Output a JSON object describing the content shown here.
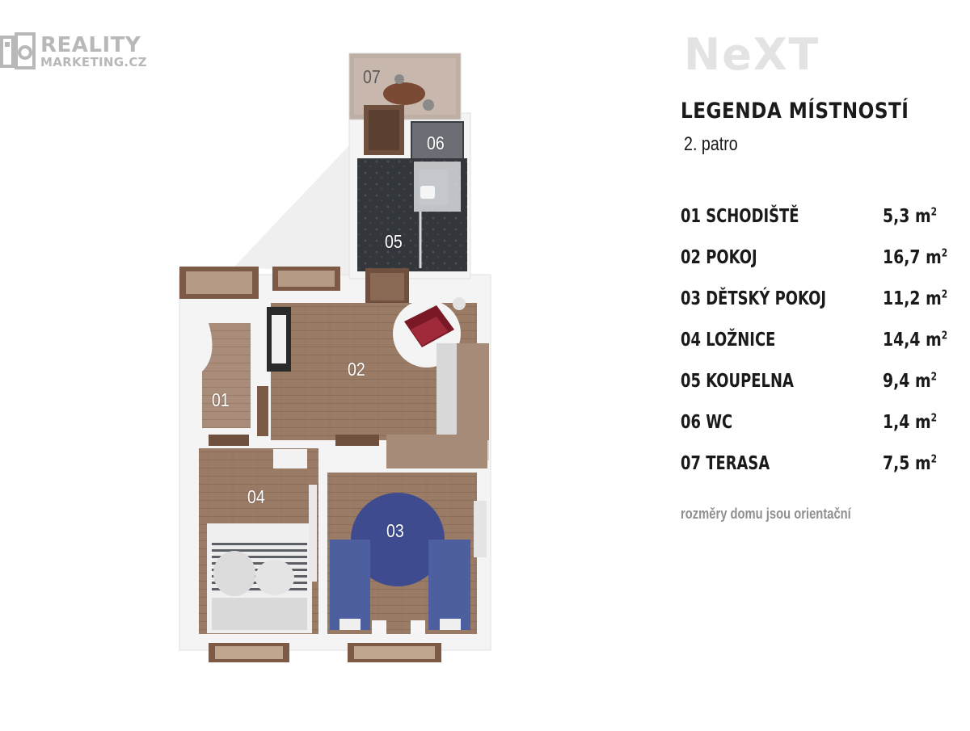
{
  "logos": {
    "left_line1": "REALITY",
    "left_line2": "MARKETING.CZ",
    "right": "NeXT"
  },
  "legend": {
    "title": "LEGENDA MÍSTNOSTÍ",
    "floor": "2. patro",
    "rooms": [
      {
        "name": "01 SCHODIŠTĚ",
        "area": "5,3 m",
        "unit_sup": "2"
      },
      {
        "name": "02 POKOJ",
        "area": "16,7 m",
        "unit_sup": "2"
      },
      {
        "name": "03 DĚTSKÝ POKOJ",
        "area": "11,2 m",
        "unit_sup": "2"
      },
      {
        "name": "04 LOŽNICE",
        "area": "14,4 m",
        "unit_sup": "2"
      },
      {
        "name": "05 KOUPELNA",
        "area": "9,4 m",
        "unit_sup": "2"
      },
      {
        "name": "06 WC",
        "area": "1,4 m",
        "unit_sup": "2"
      },
      {
        "name": "07 TERASA",
        "area": "7,5 m",
        "unit_sup": "2"
      }
    ],
    "note": "rozměry domu jsou orientační"
  },
  "plan": {
    "labels": {
      "r01": "01",
      "r02": "02",
      "r03": "03",
      "r04": "04",
      "r05": "05",
      "r06": "06",
      "r07": "07"
    }
  },
  "colors": {
    "wood_floor": "#9a7b66",
    "tile_dark": "#34373c",
    "blue_rug": "#3e4b8f",
    "bed_blue": "#4d5f9e",
    "armchair": "#7a1825",
    "wall": "#f4f4f4",
    "text": "#1a1a1a",
    "note_grey": "#8f8f8f"
  }
}
